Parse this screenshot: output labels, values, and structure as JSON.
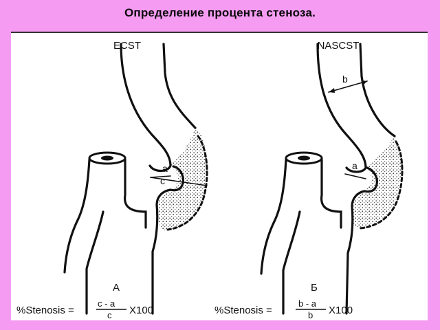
{
  "title": "Определение процента стеноза.",
  "left": {
    "method": "ECST",
    "label_a": "a",
    "label_c": "c",
    "panel_letter": "A",
    "formula_lhs": "%Stenosis =",
    "formula_num": "c - a",
    "formula_den": "c",
    "formula_mult": "X100"
  },
  "right": {
    "method": "NASCST",
    "label_a": "a",
    "label_b": "b",
    "panel_letter": "Б",
    "formula_lhs": "%Stenosis =",
    "formula_num": "b - a",
    "formula_den": "b",
    "formula_mult": "X100"
  },
  "colors": {
    "background": "#f59cf2",
    "panel": "#ffffff",
    "ink": "#111111"
  }
}
